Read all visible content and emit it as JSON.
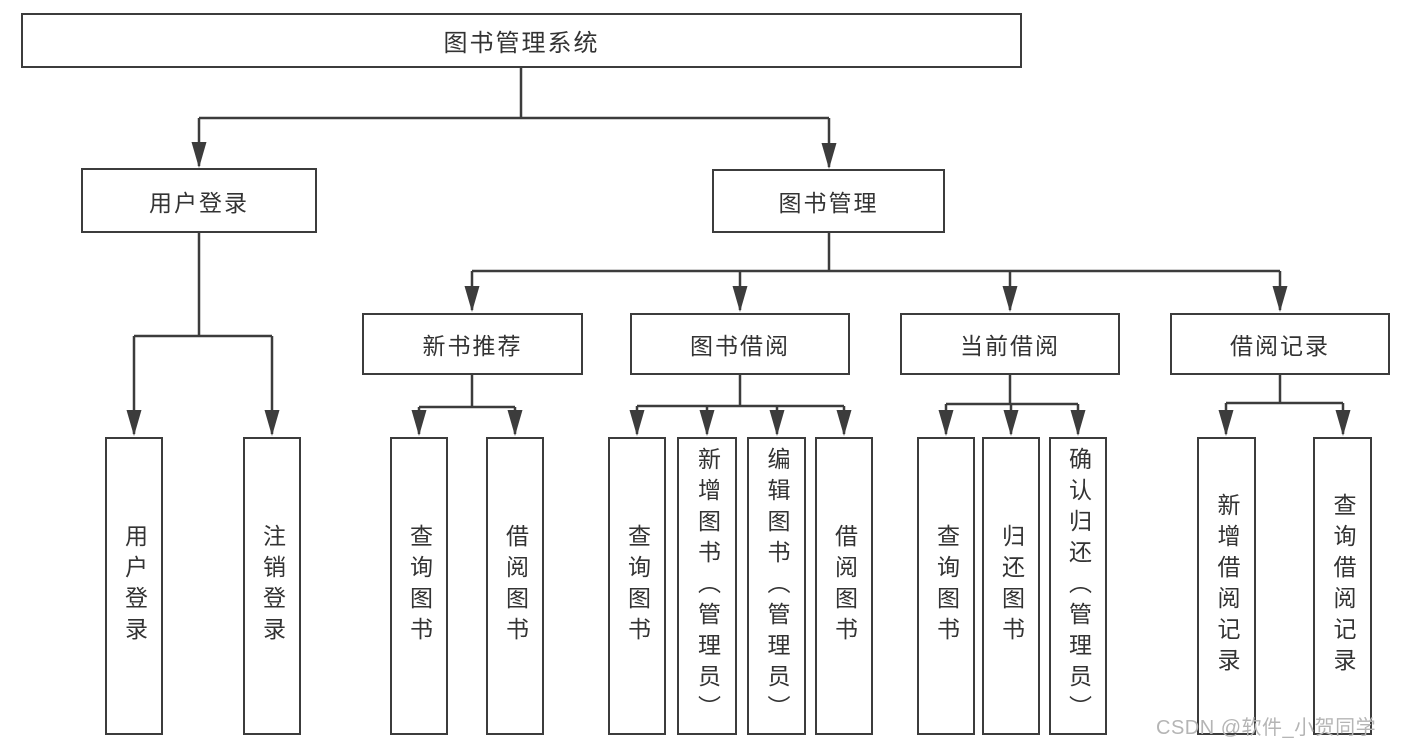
{
  "tree": {
    "label": "图书管理系统",
    "children": [
      {
        "label": "用户登录",
        "children": [
          {
            "label": "用户登录"
          },
          {
            "label": "注销登录"
          }
        ]
      },
      {
        "label": "图书管理",
        "children": [
          {
            "label": "新书推荐",
            "children": [
              {
                "label": "查询图书"
              },
              {
                "label": "借阅图书"
              }
            ]
          },
          {
            "label": "图书借阅",
            "children": [
              {
                "label": "查询图书"
              },
              {
                "label": "新增图书（管理员）"
              },
              {
                "label": "编辑图书（管理员）"
              },
              {
                "label": "借阅图书"
              }
            ]
          },
          {
            "label": "当前借阅",
            "children": [
              {
                "label": "查询图书"
              },
              {
                "label": "归还图书"
              },
              {
                "label": "确认归还（管理员）"
              }
            ]
          },
          {
            "label": "借阅记录",
            "children": [
              {
                "label": "新增借阅记录"
              },
              {
                "label": "查询借阅记录"
              }
            ]
          }
        ]
      }
    ]
  },
  "watermark": "CSDN @软件_小贺同学",
  "colors": {
    "line": "#3c3c3c",
    "text": "#333333",
    "watermark": "#b5b5b5",
    "background": "#ffffff"
  }
}
